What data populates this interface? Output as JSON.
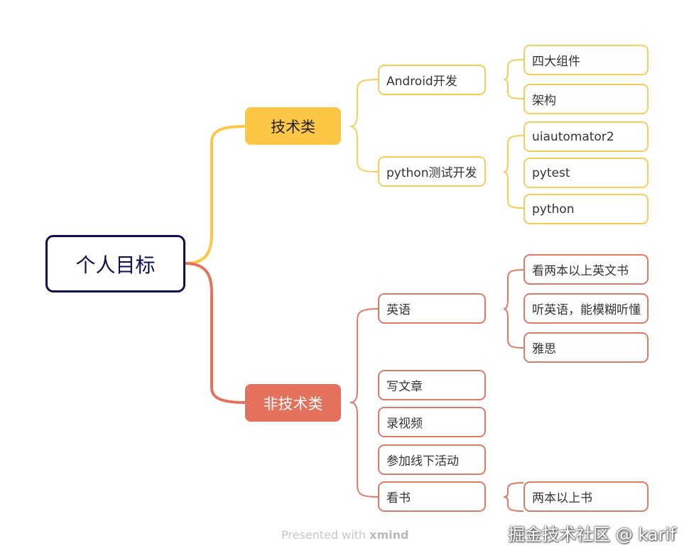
{
  "root": "个人目标",
  "categories": [
    {
      "label": "技术类",
      "color": "#fdc746"
    },
    {
      "label": "非技术类",
      "color": "#e4715b"
    }
  ],
  "tech": {
    "android": {
      "label": "Android开发",
      "children": [
        "四大组件",
        "架构"
      ]
    },
    "python": {
      "label": "python测试开发",
      "children": [
        "uiautomator2",
        "pytest",
        "python"
      ]
    }
  },
  "nontech": {
    "english": {
      "label": "英语",
      "children": [
        "看两本以上英文书",
        "听英语，能模糊听懂",
        "雅思"
      ]
    },
    "writing": {
      "label": "写文章"
    },
    "video": {
      "label": "录视频"
    },
    "offline": {
      "label": "参加线下活动"
    },
    "reading": {
      "label": "看书",
      "children": [
        "两本以上书"
      ]
    }
  },
  "footer": {
    "prefix": "Presented with",
    "brand": "xmind"
  },
  "watermark": "掘金技术社区 @ karif"
}
